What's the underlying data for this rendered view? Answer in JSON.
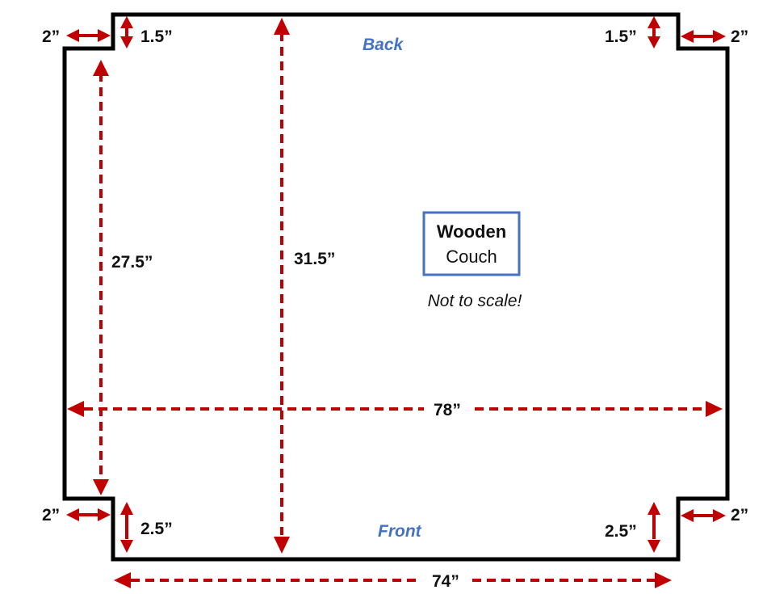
{
  "labels": {
    "back": "Back",
    "front": "Front",
    "box_title": "Wooden",
    "box_subtitle": "Couch",
    "note": "Not to scale!"
  },
  "dimensions": {
    "top_left_notch_width": "2”",
    "top_left_notch_height": "1.5”",
    "top_right_notch_height": "1.5”",
    "top_right_notch_width": "2”",
    "inner_side_height": "27.5”",
    "total_depth": "31.5”",
    "total_width": "78”",
    "bottom_left_notch_width": "2”",
    "bottom_left_notch_height": "2.5”",
    "bottom_right_notch_height": "2.5”",
    "bottom_right_notch_width": "2”",
    "front_width": "74”"
  },
  "colors": {
    "outline": "#000000",
    "dimension_lines": "#c00000",
    "side_labels": "#4472c4",
    "box_border": "#4472c4"
  }
}
